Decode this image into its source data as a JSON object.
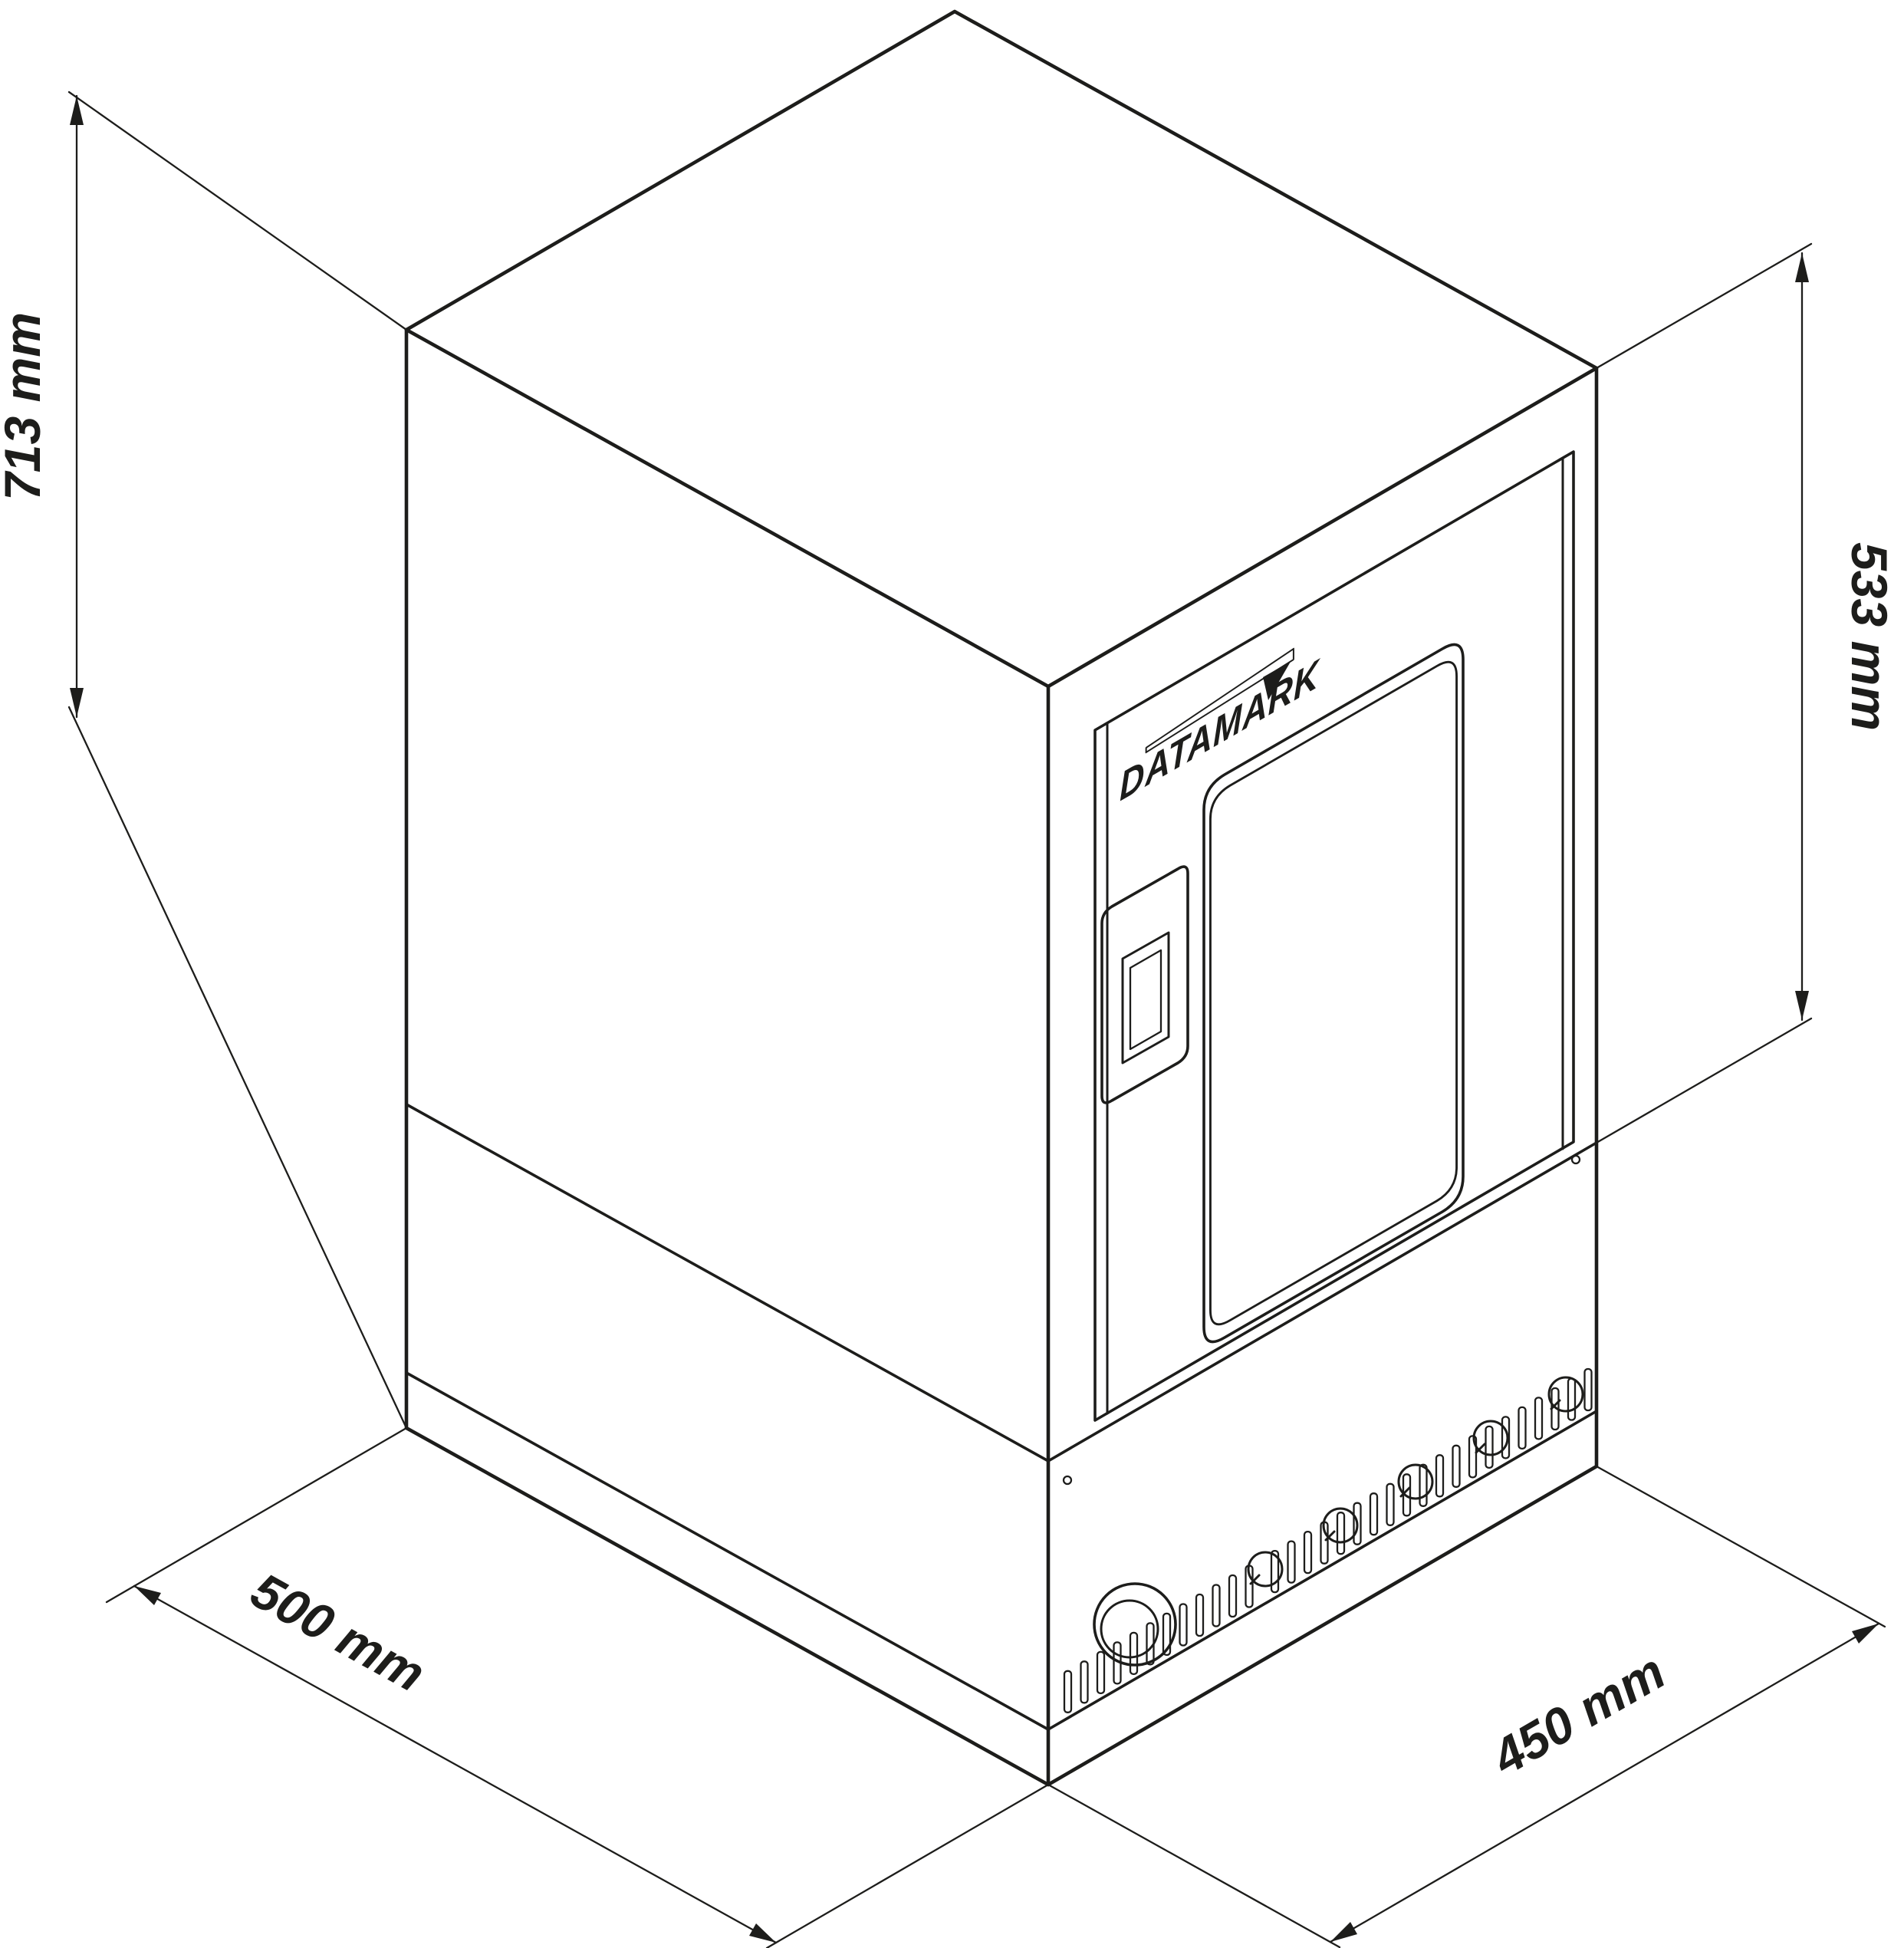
{
  "drawing": {
    "brand": "DATAMARK",
    "dimensions": {
      "total_height": "713 mm",
      "upper_section_height": "533 mm",
      "depth": "500 mm",
      "width": "450 mm"
    },
    "panel": {
      "large_knob_count": 1,
      "small_knob_count": 5,
      "vent_groups": [
        12,
        20
      ]
    },
    "colors": {
      "line": "#1d1d1b",
      "background": "#ffffff"
    }
  }
}
